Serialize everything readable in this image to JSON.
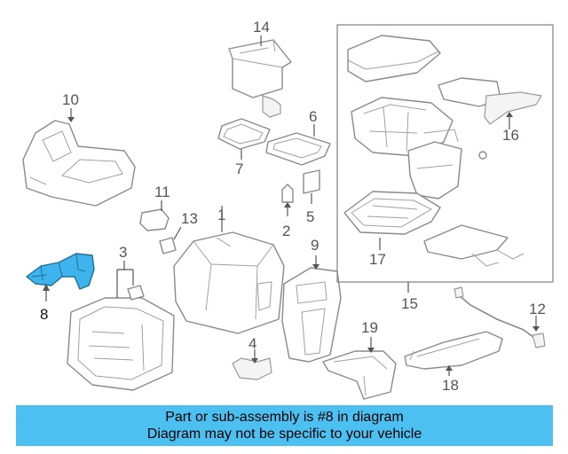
{
  "diagram": {
    "callouts": {
      "c1": "1",
      "c2": "2",
      "c3": "3",
      "c4": "4",
      "c5": "5",
      "c6": "6",
      "c7": "7",
      "c8": "8",
      "c9": "9",
      "c10": "10",
      "c11": "11",
      "c12": "12",
      "c13": "13",
      "c14": "14",
      "c15": "15",
      "c16": "16",
      "c17": "17",
      "c18": "18",
      "c19": "19"
    },
    "highlight": {
      "part": "8",
      "color": "#3fb4ec"
    }
  },
  "banner": {
    "line1": "Part or sub-assembly is #8 in diagram",
    "line2": "Diagram may not be specific to your vehicle",
    "background": "#4cc0f0"
  }
}
